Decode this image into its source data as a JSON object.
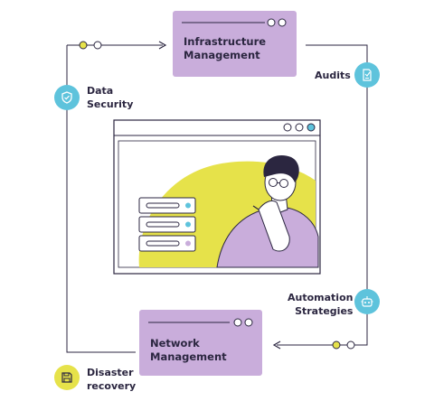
{
  "nodes": {
    "infrastructure": {
      "line1": "Infrastructure",
      "line2": "Management"
    },
    "network": {
      "line1": "Network",
      "line2": "Management"
    },
    "data_security": {
      "line1": "Data",
      "line2": "Security",
      "icon": "shield-icon"
    },
    "audits": {
      "line1": "Audits",
      "icon": "document-icon"
    },
    "automation": {
      "line1": "Automation",
      "line2": "Strategies",
      "icon": "robot-icon"
    },
    "disaster": {
      "line1": "Disaster",
      "line2": "recovery",
      "icon": "floppy-disk-icon"
    }
  },
  "colors": {
    "lavender": "#c9addb",
    "teal": "#5ec3dc",
    "yellow": "#e6e24a",
    "ink": "#2b2640"
  }
}
